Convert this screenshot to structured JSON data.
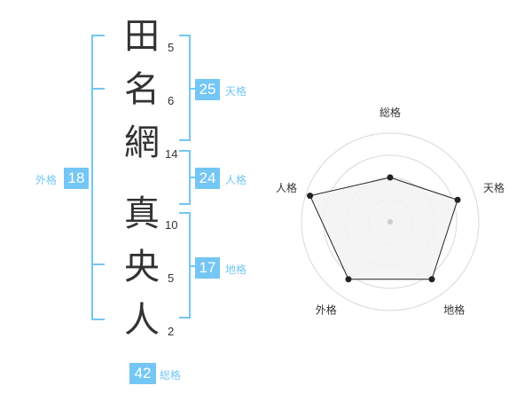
{
  "name": {
    "characters": [
      {
        "char": "田",
        "strokes": "5"
      },
      {
        "char": "名",
        "strokes": "6"
      },
      {
        "char": "網",
        "strokes": "14"
      },
      {
        "char": "真",
        "strokes": "10"
      },
      {
        "char": "央",
        "strokes": "5"
      },
      {
        "char": "人",
        "strokes": "2"
      }
    ]
  },
  "scores": {
    "tenkaku": {
      "value": "25",
      "label": "天格"
    },
    "jinkaku": {
      "value": "24",
      "label": "人格"
    },
    "chikaku": {
      "value": "17",
      "label": "地格"
    },
    "gaikaku": {
      "value": "18",
      "label": "外格"
    },
    "soukaku": {
      "value": "42",
      "label": "総格"
    }
  },
  "chart_data": {
    "type": "radar",
    "categories": [
      "総格",
      "天格",
      "地格",
      "外格",
      "人格"
    ],
    "values": [
      0.5,
      0.8,
      0.8,
      0.8,
      0.95
    ],
    "range": [
      0,
      1
    ],
    "rings": 4,
    "colors": {
      "accent": "#74c6f4",
      "line": "#222222",
      "fill": "#f2f2f2",
      "grid": "#d9d9d9",
      "center": "#cccccc"
    }
  }
}
